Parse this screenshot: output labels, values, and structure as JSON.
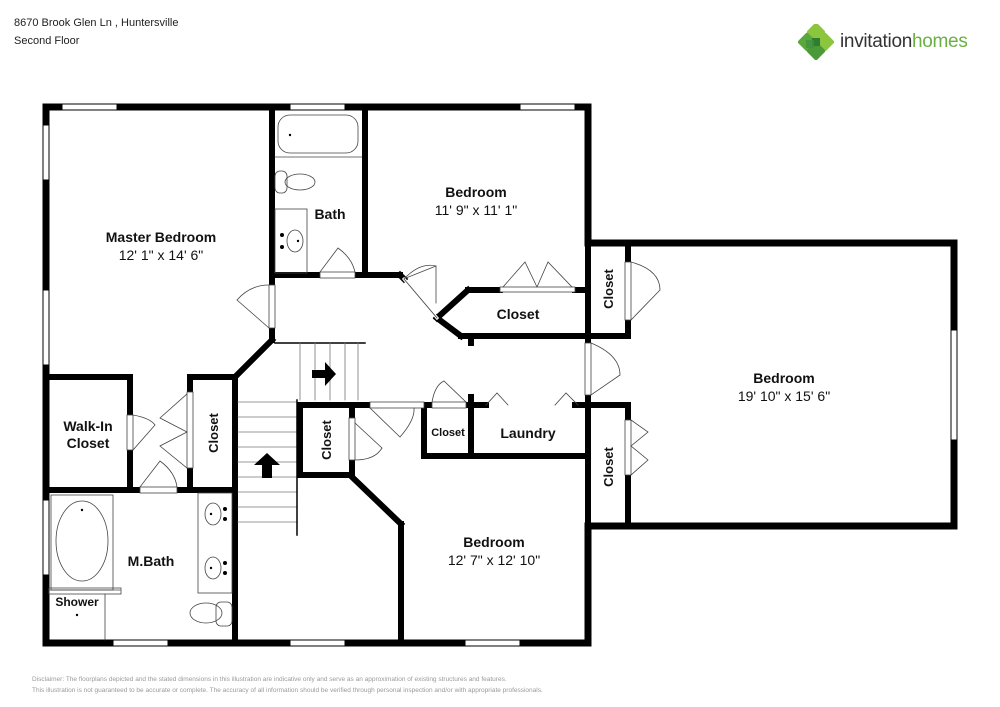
{
  "header": {
    "address": "8670 Brook Glen Ln , Huntersville",
    "floor": "Second Floor"
  },
  "logo": {
    "icon": "clover-logo-icon",
    "word1": "invitation",
    "word2": "homes",
    "colors": {
      "dark_green": "#2e8b3e",
      "mid_green": "#5aa83c",
      "light_green": "#8cc63f",
      "text_dark": "#333333",
      "text_green": "#6ab043"
    }
  },
  "rooms": {
    "master_bedroom": {
      "name": "Master Bedroom",
      "dims": "12' 1\" x 14' 6\""
    },
    "bath": {
      "name": "Bath"
    },
    "bedroom_1": {
      "name": "Bedroom",
      "dims": "11' 9\" x 11' 1\""
    },
    "closet_bed1": {
      "name": "Closet"
    },
    "closet_right_top": {
      "name": "Closet"
    },
    "bedroom_2": {
      "name": "Bedroom",
      "dims": "19' 10\" x 15' 6\""
    },
    "closet_right_bottom": {
      "name": "Closet"
    },
    "walk_in_closet": {
      "name": "Walk-In\nCloset",
      "line1": "Walk-In",
      "line2": "Closet"
    },
    "closet_hall_left": {
      "name": "Closet"
    },
    "closet_hall_mid": {
      "name": "Closet"
    },
    "closet_small": {
      "name": "Closet"
    },
    "laundry": {
      "name": "Laundry"
    },
    "m_bath": {
      "name": "M.Bath"
    },
    "shower": {
      "name": "Shower"
    },
    "bedroom_3": {
      "name": "Bedroom",
      "dims": "12' 7\" x 12' 10\""
    }
  },
  "disclaimer": {
    "line1": "Disclaimer: The floorplans depicted and the stated dimensions in this illustration are indicative only and serve as an approximation of existing structures and features.",
    "line2": "This illustration is not guaranteed to be accurate or complete. The accuracy of all information should be verified through personal inspection and/or with appropriate professionals."
  }
}
